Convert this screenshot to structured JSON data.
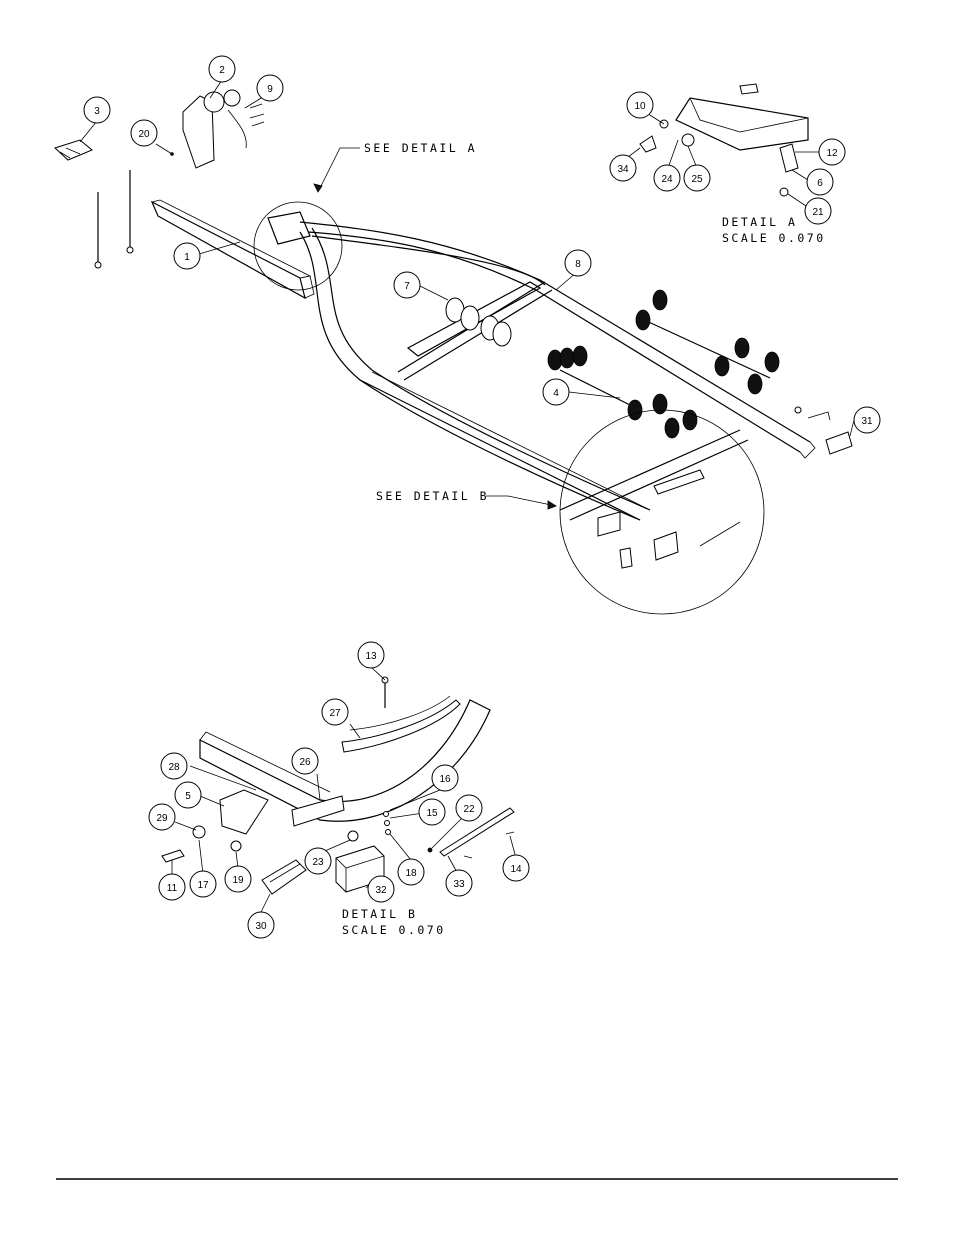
{
  "diagram": {
    "detail_a_callout": "SEE DETAIL  A",
    "detail_b_callout": "SEE DETAIL  B",
    "detail_a_title": "DETAIL  A",
    "detail_a_scale": "SCALE  0.070",
    "detail_b_title": "DETAIL  B",
    "detail_b_scale": "SCALE  0.070",
    "bubbles": {
      "b1": "1",
      "b2": "2",
      "b3": "3",
      "b4": "4",
      "b5": "5",
      "b6": "6",
      "b7": "7",
      "b8": "8",
      "b9": "9",
      "b10": "10",
      "b11": "11",
      "b12": "12",
      "b13": "13",
      "b14": "14",
      "b15": "15",
      "b16": "16",
      "b17": "17",
      "b18": "18",
      "b19": "19",
      "b20": "20",
      "b21": "21",
      "b22": "22",
      "b23": "23",
      "b24": "24",
      "b25": "25",
      "b26": "26",
      "b27": "27",
      "b28": "28",
      "b29": "29",
      "b30": "30",
      "b31": "31",
      "b32": "32",
      "b33": "33",
      "b34": "34"
    }
  }
}
